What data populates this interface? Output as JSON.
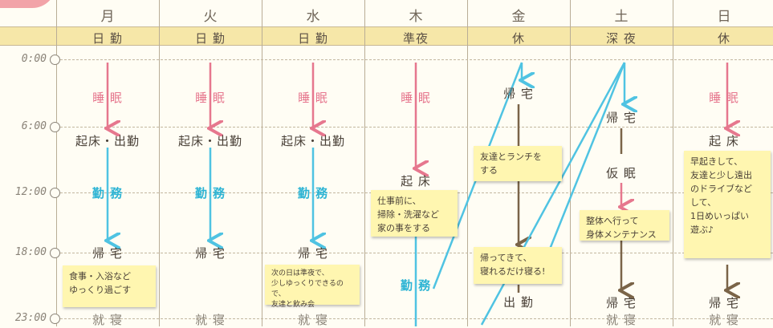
{
  "days": [
    "月",
    "火",
    "水",
    "木",
    "金",
    "土",
    "日"
  ],
  "shifts": [
    "日 勤",
    "日 勤",
    "日 勤",
    "準夜",
    "休",
    "深 夜",
    "休"
  ],
  "times": [
    "0:00",
    "6:00",
    "12:00",
    "18:00",
    "23:00"
  ],
  "labels": {
    "sleep": "睡 眠",
    "wake_commute": "起床・出勤",
    "work": "勤 務",
    "home": "帰 宅",
    "bed": "就 寝",
    "wake": "起 床",
    "nap": "仮 眠",
    "go_work": "出 勤"
  },
  "notes": {
    "mon": "食事・入浴など\nゆっくり過ごす",
    "wed": "次の日は準夜で、\n少しゆっくりできるので、\n友達と飲み会",
    "thu": "仕事前に、\n掃除・洗濯など\n家の事をする",
    "fri1": "友達とランチを\nする",
    "fri2": "帰ってきて、\n寝れるだけ寝る!",
    "sat": "整体へ行って\n身体メンテナンス",
    "sun": "早起きして、\n友達と少し遠出\nのドライブなど\nして、\n1日めいっぱい\n遊ぶ♪"
  },
  "colors": {
    "pink": "#e6778e",
    "cyan": "#4fc3e2",
    "olive": "#7a6448"
  }
}
